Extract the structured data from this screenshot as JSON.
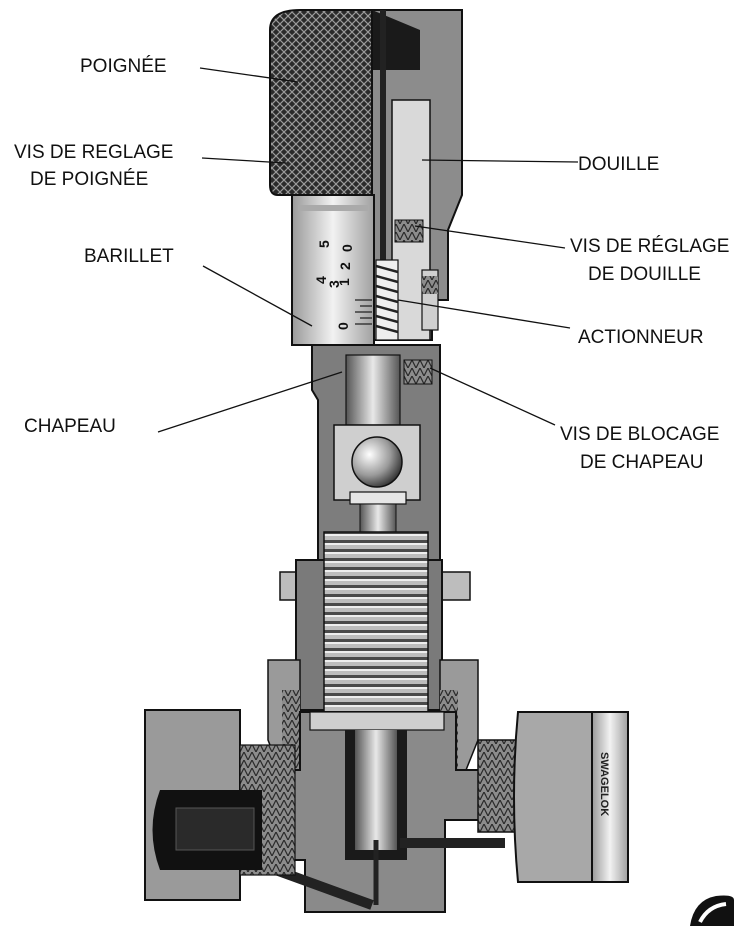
{
  "labels": {
    "poignee": "POIGNÉE",
    "vis_reglage_poignee_1": "VIS DE REGLAGE",
    "vis_reglage_poignee_2": "DE POIGNÉE",
    "barillet": "BARILLET",
    "chapeau": "CHAPEAU",
    "douille": "DOUILLE",
    "vis_reglage_douille_1": "VIS DE RÉGLAGE",
    "vis_reglage_douille_2": "DE DOUILLE",
    "actionneur": "ACTIONNEUR",
    "vis_blocage_chapeau_1": "VIS DE BLOCAGE",
    "vis_blocage_chapeau_2": "DE CHAPEAU"
  },
  "barrel_scale": [
    "0",
    "1",
    "2",
    "3",
    "4",
    "5",
    "0"
  ],
  "fitting_text": "SWAGELOK",
  "colors": {
    "ink": "#111111",
    "metal_dark": "#4a4a4a",
    "metal_mid": "#8c8c8c",
    "metal_light": "#d9d9d9"
  }
}
